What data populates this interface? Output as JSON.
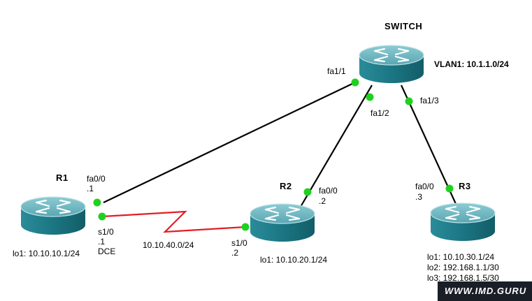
{
  "diagram": {
    "colors": {
      "ethernet_link": "#000000",
      "serial_link": "#e31e24",
      "port_dot": "#1fd11f",
      "router_top": "#6fb6bf",
      "router_side": "#1f7d8a",
      "router_rim": "#a9d6dc",
      "watermark_bg": "#1a1f27",
      "watermark_text": "#ffffff"
    },
    "devices": {
      "switch": {
        "name": "SWITCH",
        "vlan": "VLAN1: 10.1.1.0/24",
        "ports": {
          "fa11": "fa1/1",
          "fa12": "fa1/2",
          "fa13": "fa1/3"
        }
      },
      "r1": {
        "name": "R1",
        "fa_port": "fa0/0",
        "fa_ip": ".1",
        "s_port": "s1/0",
        "s_ip": ".1",
        "s_role": "DCE",
        "loopbacks": [
          "lo1: 10.10.10.1/24"
        ]
      },
      "r2": {
        "name": "R2",
        "fa_port": "fa0/0",
        "fa_ip": ".2",
        "s_port": "s1/0",
        "s_ip": ".2",
        "loopbacks": [
          "lo1: 10.10.20.1/24"
        ]
      },
      "r3": {
        "name": "R3",
        "fa_port": "fa0/0",
        "fa_ip": ".3",
        "loopbacks": [
          "lo1: 10.10.30.1/24",
          "lo2: 192.168.1.1/30",
          "lo3: 192.168.1.5/30"
        ]
      }
    },
    "serial_network": "10.10.40.0/24",
    "watermark": "WWW.IMD.GURU"
  }
}
